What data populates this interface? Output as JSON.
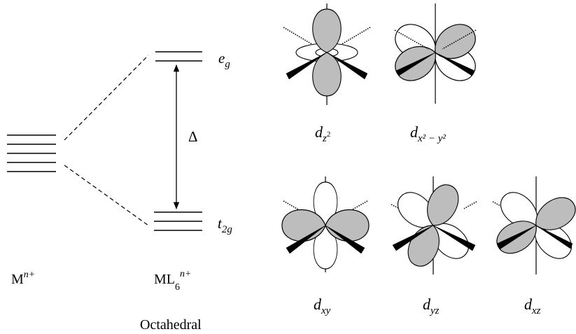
{
  "diagram": {
    "caption": "Octahedral",
    "free_ion_label": {
      "main": "M",
      "sup": "n+"
    },
    "complex_label": {
      "main": "ML",
      "sub": "6",
      "sup": "n+"
    },
    "delta_label": "Δ",
    "eg_label": {
      "main": "e",
      "sub": "g"
    },
    "t2g_label": {
      "main": "t",
      "sub": "2g"
    },
    "levels": {
      "free_ion": 5,
      "eg": 2,
      "t2g": 3
    }
  },
  "orbitals": [
    {
      "id": "dz2",
      "main": "d",
      "sub": "z",
      "subsup": "2"
    },
    {
      "id": "dx2y2",
      "main": "d",
      "sub": "x² − y²"
    },
    {
      "id": "dxy",
      "main": "d",
      "sub": "xy"
    },
    {
      "id": "dyz",
      "main": "d",
      "sub": "yz"
    },
    {
      "id": "dxz",
      "main": "d",
      "sub": "xz"
    }
  ]
}
